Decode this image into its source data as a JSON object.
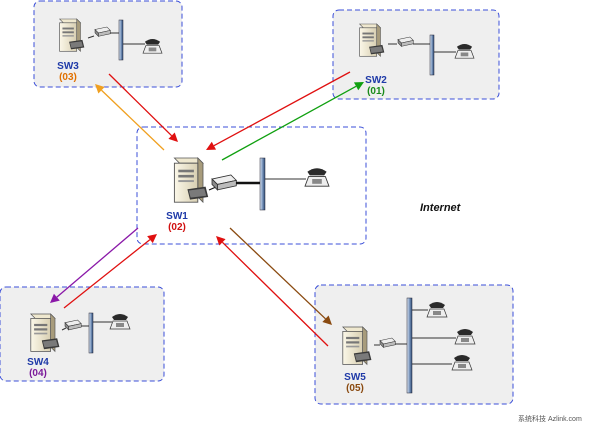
{
  "internet_label": "Internet",
  "nodes": {
    "sw1": {
      "name": "SW1",
      "code": "(02)",
      "code_color": "#d01010"
    },
    "sw2": {
      "name": "SW2",
      "code": "(01)",
      "code_color": "#1a8a1a"
    },
    "sw3": {
      "name": "SW3",
      "code": "(03)",
      "code_color": "#e07000"
    },
    "sw4": {
      "name": "SW4",
      "code": "(04)",
      "code_color": "#7a1a9a"
    },
    "sw5": {
      "name": "SW5",
      "code": "(05)",
      "code_color": "#8a4a10"
    }
  },
  "arrow_colors": {
    "red": "#e01010",
    "orange": "#f0a020",
    "green": "#10a010",
    "purple": "#8a18a8",
    "brown": "#8a4a10"
  },
  "watermark": "系统科技 Azlink.com"
}
